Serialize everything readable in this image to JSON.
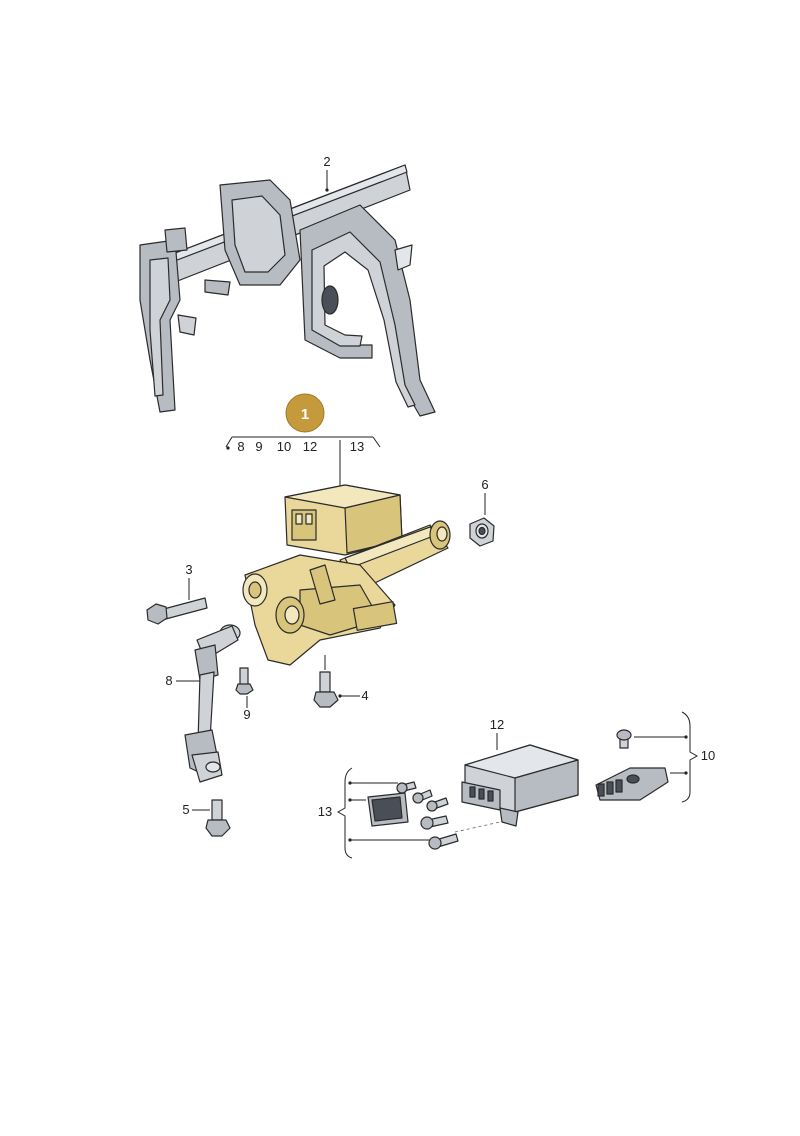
{
  "diagram": {
    "highlight_color": "#c8a24a",
    "badge": {
      "label": "1",
      "color": "#c59a3c"
    },
    "group_1_labels": [
      "8",
      "9",
      "10",
      "12",
      "13"
    ],
    "callouts": {
      "p2": "2",
      "p3": "3",
      "p4": "4",
      "p5": "5",
      "p6": "6",
      "p8": "8",
      "p9": "9",
      "p10": "10",
      "p12": "12",
      "p13": "13"
    },
    "parts": [
      {
        "id": "crossmember",
        "icon": "dashboard-crossmember"
      },
      {
        "id": "steering-column",
        "icon": "steering-column-assembly",
        "highlighted": true
      },
      {
        "id": "bolt",
        "icon": "hex-bolt"
      },
      {
        "id": "nut",
        "icon": "hex-nut"
      },
      {
        "id": "intermediate-shaft",
        "icon": "universal-joint-shaft"
      },
      {
        "id": "control-unit",
        "icon": "control-module-box"
      },
      {
        "id": "lock-bracket",
        "icon": "bracket-with-screw"
      }
    ]
  }
}
